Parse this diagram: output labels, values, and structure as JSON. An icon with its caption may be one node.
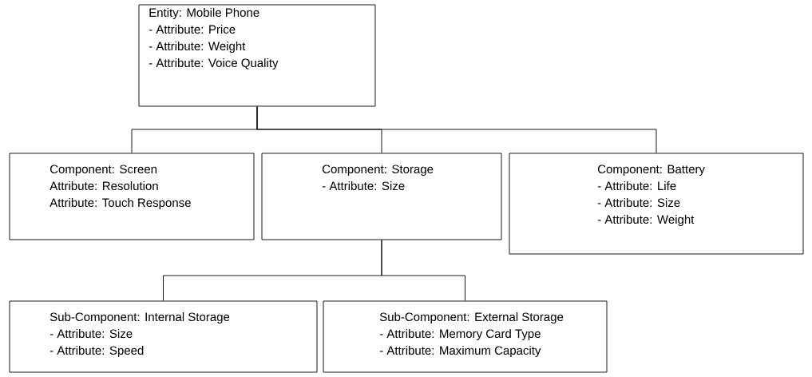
{
  "diagram": {
    "nodes": [
      {
        "text": [
          "Entity: Mobile Phone",
          "- Attribute: Price",
          "- Attribute: Weight",
          "- Attribute: Voice Quality"
        ]
      },
      {
        "text": [
          "Component: Screen",
          "Attribute: Resolution",
          "Attribute: Touch Response"
        ]
      },
      {
        "text": [
          "Component: Storage",
          "- Attribute: Size"
        ]
      },
      {
        "text": [
          "Component: Battery",
          "- Attribute: Life",
          "- Attribute: Size",
          "- Attribute: Weight"
        ]
      },
      {
        "text": [
          "Sub-Component: Internal Storage",
          "- Attribute: Size",
          "- Attribute: Speed"
        ]
      },
      {
        "text": [
          "Sub-Component: External Storage",
          "- Attribute: Memory Card Type",
          "- Attribute: Maximum Capacity"
        ]
      }
    ],
    "edges": [
      {
        "from": 0,
        "to": 1,
        "arrow": "none"
      },
      {
        "from": 0,
        "to": 2,
        "arrow": "none"
      },
      {
        "from": 0,
        "to": 3,
        "arrow": "none"
      },
      {
        "from": 2,
        "to": 4,
        "arrow": "none"
      },
      {
        "from": 2,
        "to": 5,
        "arrow": "none"
      }
    ]
  }
}
